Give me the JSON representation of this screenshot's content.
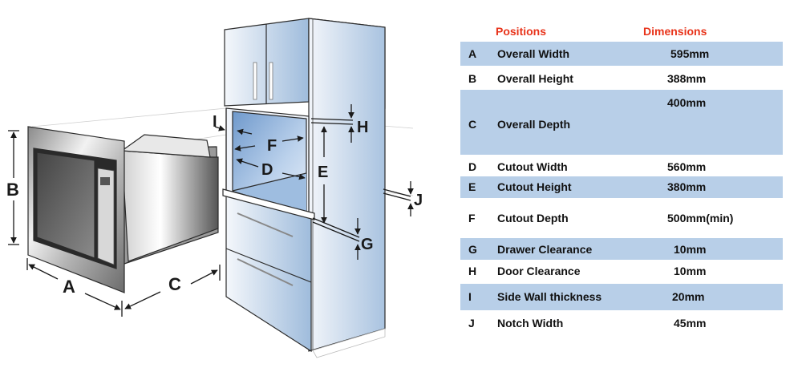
{
  "diagram": {
    "labels": {
      "A": "A",
      "B": "B",
      "C": "C",
      "D": "D",
      "E": "E",
      "F": "F",
      "G": "G",
      "H": "H",
      "I": "I",
      "J": "J"
    }
  },
  "table": {
    "headers": {
      "positions": "Positions",
      "dimensions": "Dimensions"
    },
    "header_color": "#e8331a",
    "shade_color": "#b8cfe8",
    "rows": [
      {
        "code": "A",
        "name": "Overall Width",
        "value": "595mm",
        "shaded": true
      },
      {
        "code": "B",
        "name": "Overall Height",
        "value": "388mm",
        "shaded": false
      },
      {
        "code": "C",
        "name": "Overall Depth",
        "value": "400mm",
        "shaded": true
      },
      {
        "code": "D",
        "name": "Cutout Width",
        "value": "560mm",
        "shaded": false
      },
      {
        "code": "E",
        "name": "Cutout Height",
        "value": "380mm",
        "shaded": true
      },
      {
        "code": "F",
        "name": "Cutout Depth",
        "value": "500mm(min)",
        "shaded": false
      },
      {
        "code": "G",
        "name": "Drawer Clearance",
        "value": "10mm",
        "shaded": true
      },
      {
        "code": "H",
        "name": "Door Clearance",
        "value": "10mm",
        "shaded": false
      },
      {
        "code": "I",
        "name": "Side Wall thickness",
        "value": "20mm",
        "shaded": true
      },
      {
        "code": "J",
        "name": "Notch Width",
        "value": "45mm",
        "shaded": false
      }
    ]
  }
}
